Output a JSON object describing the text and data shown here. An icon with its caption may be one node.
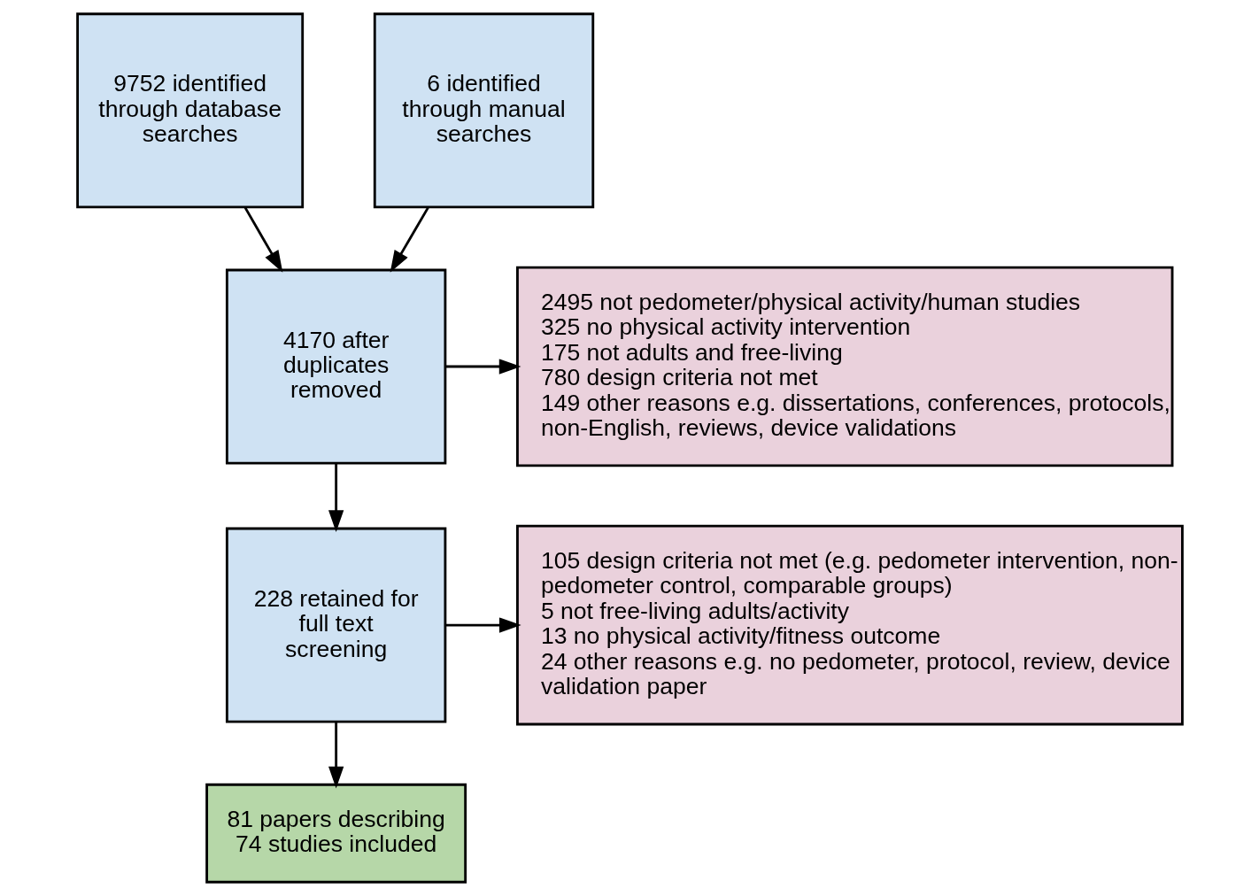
{
  "diagram": {
    "nodes": [
      {
        "text": [
          "9752 identified through database searches"
        ]
      },
      {
        "text": [
          "6 identified through manual searches"
        ]
      },
      {
        "text": [
          "4170 after duplicates removed"
        ]
      },
      {
        "text": [
          "2495 not pedometer/physical activity/human studies",
          "325 no physical activity intervention",
          "175 not adults and free-living",
          "780 design criteria not met",
          "149 other reasons e.g. dissertations, conferences, protocols, non-English, reviews, device validations"
        ]
      },
      {
        "text": [
          "228 retained for full text screening"
        ]
      },
      {
        "text": [
          "105 design criteria not met (e.g. pedometer intervention, non-pedometer control, comparable groups)",
          "5 not free-living adults/activity",
          "13 no physical activity/fitness outcome",
          "24 other reasons e.g. no pedometer, protocol, review, device validation paper"
        ]
      },
      {
        "text": [
          "81 papers describing 74 studies included"
        ]
      }
    ],
    "edges": [
      {
        "from": 0,
        "to": 2,
        "arrow": "to"
      },
      {
        "from": 1,
        "to": 2,
        "arrow": "to"
      },
      {
        "from": 2,
        "to": 3,
        "arrow": "to"
      },
      {
        "from": 2,
        "to": 4,
        "arrow": "to"
      },
      {
        "from": 4,
        "to": 5,
        "arrow": "to"
      },
      {
        "from": 4,
        "to": 6,
        "arrow": "to"
      }
    ]
  }
}
